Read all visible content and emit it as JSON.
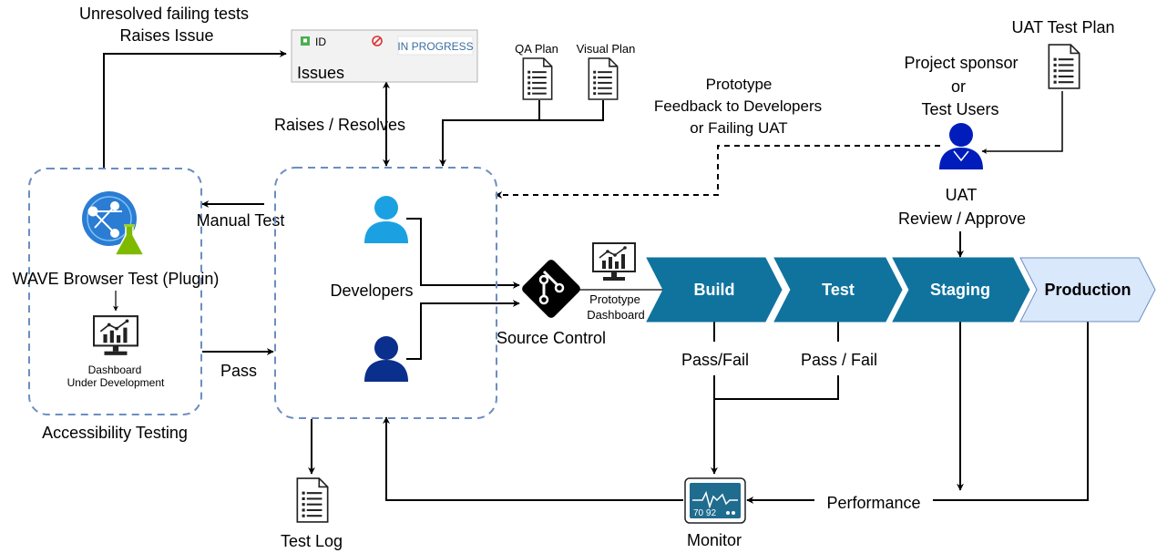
{
  "labels": {
    "unresolved_line1": "Unresolved failing tests",
    "unresolved_line2": "Raises Issue",
    "issues_title": "Issues",
    "issue_id": "ID",
    "issue_status": "IN PROGRESS",
    "raises_resolves": "Raises / Resolves",
    "qa_plan": "QA Plan",
    "visual_plan": "Visual Plan",
    "prototype_feedback_line1": "Prototype",
    "prototype_feedback_line2": "Feedback to Developers",
    "prototype_feedback_line3": "or Failing UAT",
    "uat_test_plan": "UAT Test Plan",
    "sponsor_line1": "Project sponsor",
    "sponsor_line2": "or",
    "sponsor_line3": "Test Users",
    "uat_line1": "UAT",
    "uat_line2": "Review / Approve",
    "manual_test": "Manual Test",
    "wave": "WAVE Browser Test (Plugin)",
    "dashboard_dev_line1": "Dashboard",
    "dashboard_dev_line2": "Under Development",
    "accessibility_testing": "Accessibility Testing",
    "pass": "Pass",
    "developers": "Developers",
    "source_control": "Source Control",
    "prototype_dash_line1": "Prototype",
    "prototype_dash_line2": "Dashboard",
    "pass_fail_build": "Pass/Fail",
    "pass_fail_test": "Pass / Fail",
    "performance": "Performance",
    "monitor": "Monitor",
    "monitor_readout": "70 92",
    "test_log": "Test Log"
  },
  "pipeline": [
    {
      "name": "Build"
    },
    {
      "name": "Test"
    },
    {
      "name": "Staging"
    },
    {
      "name": "Production"
    }
  ],
  "colors": {
    "pipeline_fill": "#10739E",
    "production_fill": "#DAE8FC",
    "production_stroke": "#6C8EBF",
    "group_border": "#6C8EBF",
    "dev_light": "#1BA1E2",
    "dev_dark": "#0B2F8C",
    "sponsor": "#001DBC",
    "monitor_screen": "#1F6C8E",
    "azure_blue": "#2B7CD3"
  },
  "icons": {
    "doc": "document-icon",
    "user": "user-icon",
    "git": "git-icon",
    "dashboard": "dashboard-icon",
    "monitor": "monitor-icon",
    "azure": "azure-test-plans-icon"
  }
}
